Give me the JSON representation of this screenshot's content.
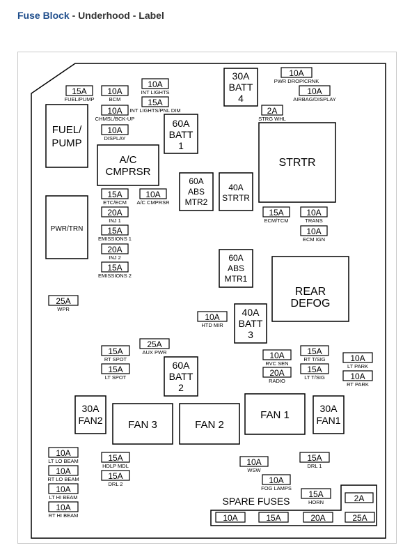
{
  "breadcrumb": {
    "part1": "Fuse Block",
    "sep1": " - ",
    "part2": "Underhood",
    "sep2": " - ",
    "part3": "Label"
  },
  "fuses": {
    "f_pump_amp": "15A",
    "f_pump_name": "FUEL/PUMP",
    "bcm_amp": "10A",
    "bcm_name": "BCM",
    "int_lights_amp": "10A",
    "int_lights_name": "INT LIGHTS",
    "int_pnl_amp": "15A",
    "int_pnl_name": "INT LIGHTS/PNL DIM",
    "chmsl_amp": "10A",
    "chmsl_name": "CHMSL/BCK-UP",
    "display_amp": "10A",
    "display_name": "DISPLAY",
    "pwr_drop_amp": "10A",
    "pwr_drop_name": "PWR DROP/CRNK",
    "airbag_amp": "10A",
    "airbag_name": "AIRBAG/DISPLAY",
    "strg_amp": "2A",
    "strg_name": "STRG WHL",
    "etc_amp": "15A",
    "etc_name": "ETC/ECM",
    "ac_cmp_amp": "10A",
    "ac_cmp_name": "A/C CMPRSR",
    "inj1_amp": "20A",
    "inj1_name": "INJ 1",
    "em1_amp": "15A",
    "em1_name": "EMISSIONS 1",
    "inj2_amp": "20A",
    "inj2_name": "INJ 2",
    "em2_amp": "15A",
    "em2_name": "EMISSIONS 2",
    "ecm_tcm_amp": "15A",
    "ecm_tcm_name": "ECM/TCM",
    "trans_amp": "10A",
    "trans_name": "TRANS",
    "ecm_ign_amp": "10A",
    "ecm_ign_name": "ECM IGN",
    "wpr_amp": "25A",
    "wpr_name": "WPR",
    "htd_mir_amp": "10A",
    "htd_mir_name": "HTD MIR",
    "rt_spot_amp": "15A",
    "rt_spot_name": "RT SPOT",
    "aux_pwr_amp": "25A",
    "aux_pwr_name": "AUX PWR",
    "lt_spot_amp": "15A",
    "lt_spot_name": "LT SPOT",
    "rvc_amp": "10A",
    "rvc_name": "RVC SEN",
    "radio_amp": "20A",
    "radio_name": "RADIO",
    "rt_tsig_amp": "15A",
    "rt_tsig_name": "RT T/SIG",
    "lt_tsig_amp": "15A",
    "lt_tsig_name": "LT T/SIG",
    "lt_park_amp": "10A",
    "lt_park_name": "LT PARK",
    "rt_park_amp": "10A",
    "rt_park_name": "RT PARK",
    "lt_lo_amp": "10A",
    "lt_lo_name": "LT LO BEAM",
    "rt_lo_amp": "10A",
    "rt_lo_name": "RT LO BEAM",
    "lt_hi_amp": "10A",
    "lt_hi_name": "LT HI BEAM",
    "rt_hi_amp": "10A",
    "rt_hi_name": "RT HI BEAM",
    "hdlp_amp": "15A",
    "hdlp_name": "HDLP MDL",
    "drl2_amp": "15A",
    "drl2_name": "DRL 2",
    "wsw_amp": "10A",
    "wsw_name": "WSW",
    "drl1_amp": "15A",
    "drl1_name": "DRL 1",
    "fog_amp": "10A",
    "fog_name": "FOG LAMPS",
    "horn_amp": "15A",
    "horn_name": "HORN"
  },
  "relays": {
    "fuel_pump": [
      "FUEL/",
      "PUMP"
    ],
    "ac_cmprsr": [
      "A/C",
      "CMPRSR"
    ],
    "pwr_trn": "PWR/TRN",
    "strtr": "STRTR",
    "rear_defog": [
      "REAR",
      "DEFOG"
    ],
    "fan1": "FAN 1",
    "fan2": "FAN 2",
    "fan3": "FAN 3"
  },
  "maxi": {
    "batt4": [
      "30A",
      "BATT",
      "4"
    ],
    "batt1": [
      "60A",
      "BATT",
      "1"
    ],
    "abs_mtr2": [
      "60A",
      "ABS",
      "MTR2"
    ],
    "strtr40": [
      "40A",
      "STRTR"
    ],
    "abs_mtr1": [
      "60A",
      "ABS",
      "MTR1"
    ],
    "batt3": [
      "40A",
      "BATT",
      "3"
    ],
    "batt2": [
      "60A",
      "BATT",
      "2"
    ],
    "fan2": [
      "30A",
      "FAN2"
    ],
    "fan1": [
      "30A",
      "FAN1"
    ]
  },
  "spare": {
    "label": "SPARE FUSES",
    "items": [
      "10A",
      "15A",
      "20A",
      "25A",
      "2A"
    ]
  }
}
